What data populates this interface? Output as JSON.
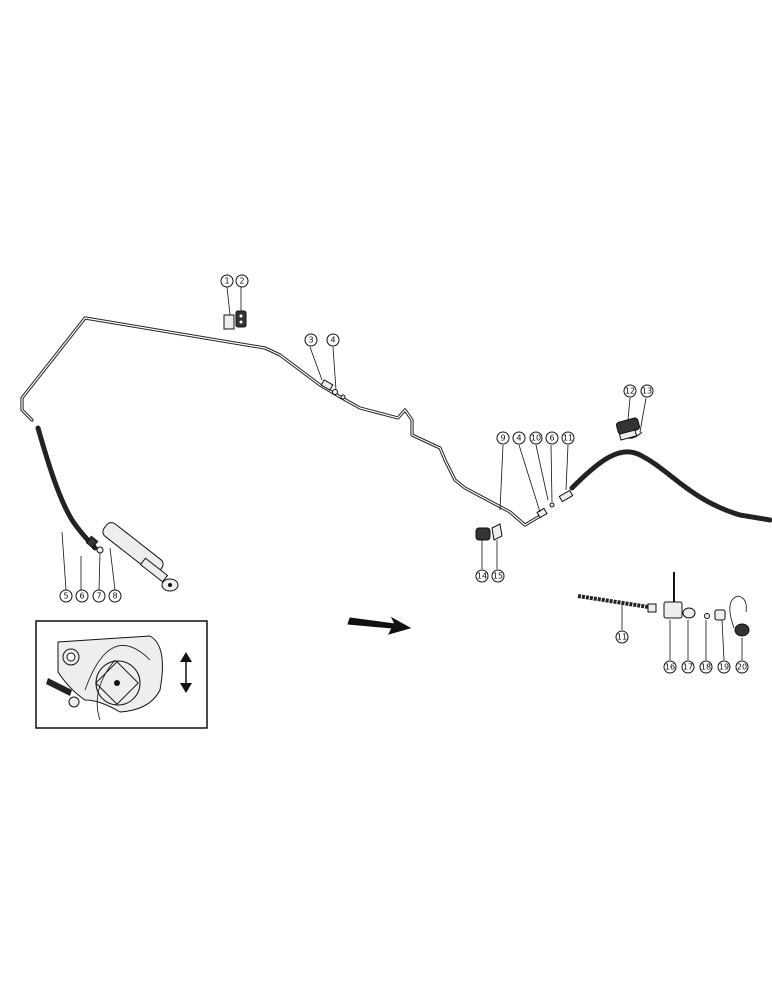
{
  "diagram": {
    "part_labels": [
      "1",
      "2",
      "3",
      "4",
      "5",
      "6",
      "7",
      "8",
      "9",
      "4",
      "10",
      "6",
      "11",
      "12",
      "13",
      "14",
      "15",
      "11",
      "16",
      "17",
      "18",
      "19",
      "20"
    ]
  },
  "colors": {
    "ink": "#111111",
    "paper": "#ffffff"
  }
}
